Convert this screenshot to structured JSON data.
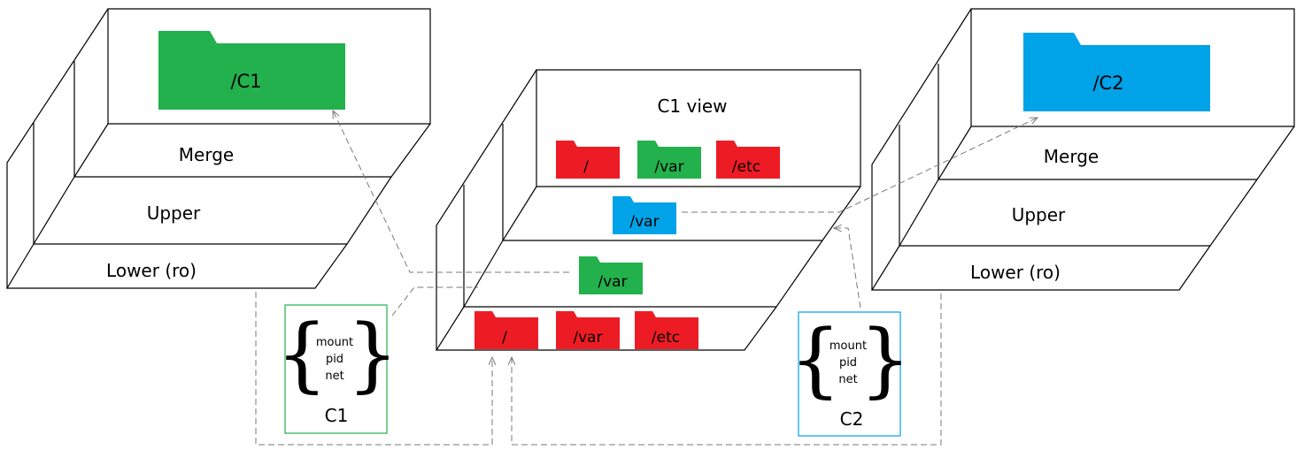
{
  "colors": {
    "green": "#22b14c",
    "red": "#ed1c24",
    "blue": "#00a2e8",
    "c1_border": "#22b14c",
    "c2_border": "#00a2e8"
  },
  "left_stack": {
    "folder": "/C1",
    "layers": [
      "Merge",
      "Upper",
      "Lower (ro)"
    ]
  },
  "right_stack": {
    "folder": "/C2",
    "layers": [
      "Merge",
      "Upper",
      "Lower (ro)"
    ]
  },
  "center_stack": {
    "title": "C1 view",
    "top_folders": [
      "/",
      "/var",
      "/etc"
    ],
    "upper_folder": "/var",
    "middle_folder": "/var",
    "bottom_folders": [
      "/",
      "/var",
      "/etc"
    ]
  },
  "c1_box": {
    "items": [
      "mount",
      "pid",
      "net"
    ],
    "label": "C1"
  },
  "c2_box": {
    "items": [
      "mount",
      "pid",
      "net"
    ],
    "label": "C2"
  }
}
